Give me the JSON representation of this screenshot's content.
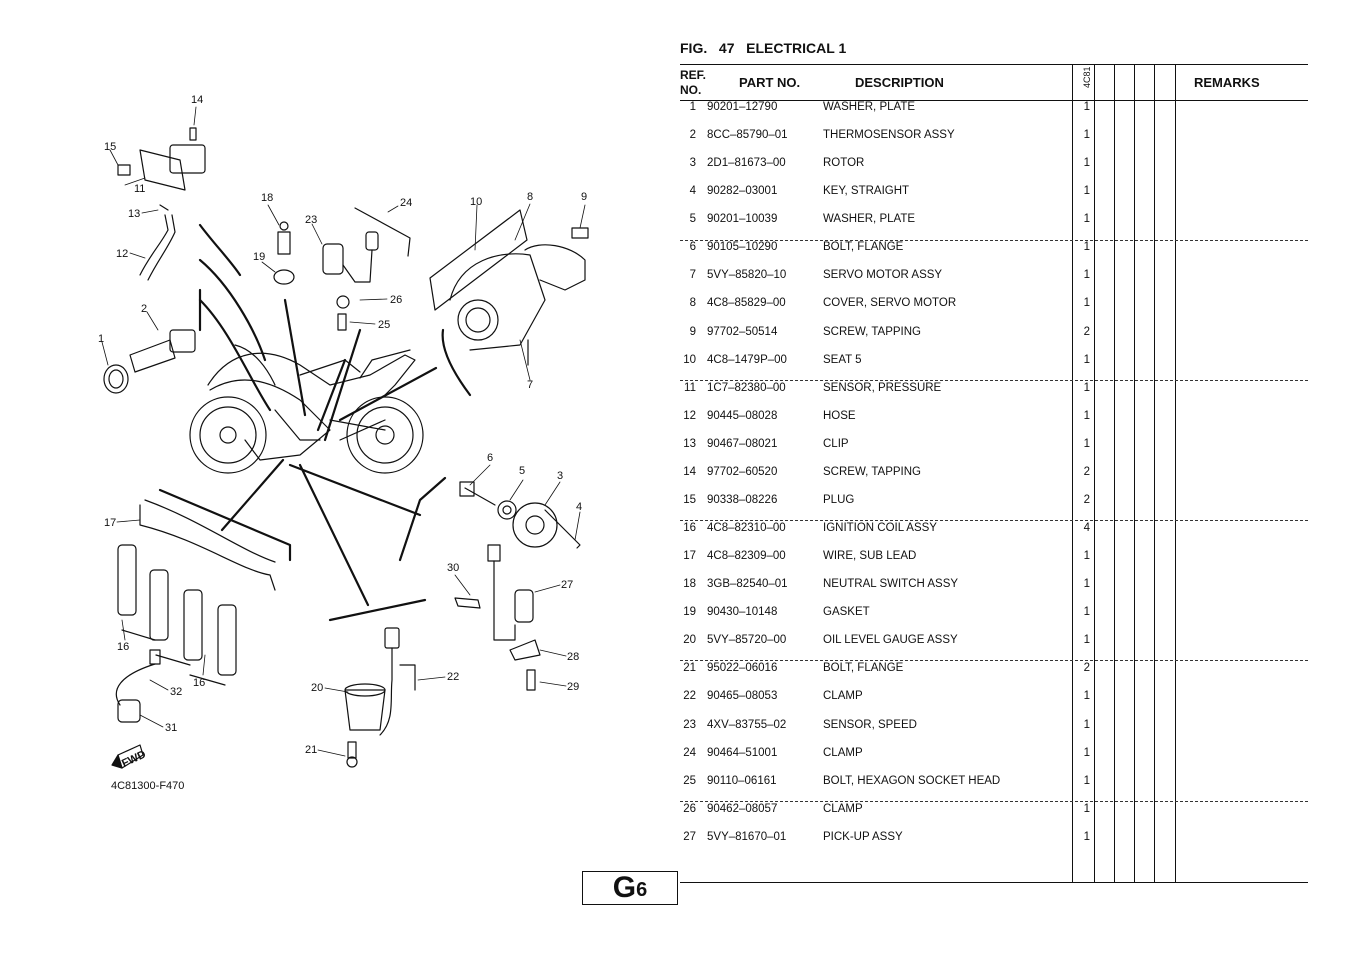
{
  "figure": {
    "label": "FIG.",
    "number": "47",
    "title": "ELECTRICAL 1"
  },
  "table_headers": {
    "ref": "REF.",
    "ref2": "NO.",
    "part": "PART NO.",
    "description": "DESCRIPTION",
    "model": "4C81",
    "remarks": "REMARKS"
  },
  "rows": [
    {
      "ref": "1",
      "part": "90201–12790",
      "desc": "WASHER, PLATE",
      "qty": "1"
    },
    {
      "ref": "2",
      "part": "8CC–85790–01",
      "desc": "THERMOSENSOR ASSY",
      "qty": "1"
    },
    {
      "ref": "3",
      "part": "2D1–81673–00",
      "desc": "ROTOR",
      "qty": "1"
    },
    {
      "ref": "4",
      "part": "90282–03001",
      "desc": "KEY, STRAIGHT",
      "qty": "1"
    },
    {
      "ref": "5",
      "part": "90201–10039",
      "desc": "WASHER, PLATE",
      "qty": "1"
    },
    {
      "ref": "6",
      "part": "90105–10290",
      "desc": "BOLT, FLANGE",
      "qty": "1"
    },
    {
      "ref": "7",
      "part": "5VY–85820–10",
      "desc": "SERVO MOTOR ASSY",
      "qty": "1"
    },
    {
      "ref": "8",
      "part": "4C8–85829–00",
      "desc": "COVER, SERVO MOTOR",
      "qty": "1"
    },
    {
      "ref": "9",
      "part": "97702–50514",
      "desc": "SCREW, TAPPING",
      "qty": "2"
    },
    {
      "ref": "10",
      "part": "4C8–1479P–00",
      "desc": "SEAT 5",
      "qty": "1"
    },
    {
      "ref": "11",
      "part": "1C7–82380–00",
      "desc": "SENSOR, PRESSURE",
      "qty": "1"
    },
    {
      "ref": "12",
      "part": "90445–08028",
      "desc": "HOSE",
      "qty": "1"
    },
    {
      "ref": "13",
      "part": "90467–08021",
      "desc": "CLIP",
      "qty": "1"
    },
    {
      "ref": "14",
      "part": "97702–60520",
      "desc": "SCREW, TAPPING",
      "qty": "2"
    },
    {
      "ref": "15",
      "part": "90338–08226",
      "desc": "PLUG",
      "qty": "2"
    },
    {
      "ref": "16",
      "part": "4C8–82310–00",
      "desc": "IGNITION COIL ASSY",
      "qty": "4"
    },
    {
      "ref": "17",
      "part": "4C8–82309–00",
      "desc": "WIRE, SUB LEAD",
      "qty": "1"
    },
    {
      "ref": "18",
      "part": "3GB–82540–01",
      "desc": "NEUTRAL SWITCH ASSY",
      "qty": "1"
    },
    {
      "ref": "19",
      "part": "90430–10148",
      "desc": "GASKET",
      "qty": "1"
    },
    {
      "ref": "20",
      "part": "5VY–85720–00",
      "desc": "OIL LEVEL GAUGE ASSY",
      "qty": "1"
    },
    {
      "ref": "21",
      "part": "95022–06016",
      "desc": "BOLT, FLANGE",
      "qty": "2"
    },
    {
      "ref": "22",
      "part": "90465–08053",
      "desc": "CLAMP",
      "qty": "1"
    },
    {
      "ref": "23",
      "part": "4XV–83755–02",
      "desc": "SENSOR, SPEED",
      "qty": "1"
    },
    {
      "ref": "24",
      "part": "90464–51001",
      "desc": "CLAMP",
      "qty": "1"
    },
    {
      "ref": "25",
      "part": "90110–06161",
      "desc": "BOLT, HEXAGON SOCKET HEAD",
      "qty": "1"
    },
    {
      "ref": "26",
      "part": "90462–08057",
      "desc": "CLAMP",
      "qty": "1"
    },
    {
      "ref": "27",
      "part": "5VY–81670–01",
      "desc": "PICK-UP ASSY",
      "qty": "1"
    }
  ],
  "diagram": {
    "code": "4C81300-F470",
    "fwd": "FWD",
    "callouts": [
      "14",
      "15",
      "11",
      "13",
      "12",
      "2",
      "1",
      "18",
      "23",
      "24",
      "19",
      "26",
      "25",
      "10",
      "8",
      "9",
      "7",
      "6",
      "5",
      "3",
      "4",
      "17",
      "30",
      "27",
      "16",
      "16",
      "32",
      "31",
      "20",
      "22",
      "28",
      "29",
      "21"
    ]
  },
  "page": {
    "letter": "G",
    "number": "6"
  }
}
